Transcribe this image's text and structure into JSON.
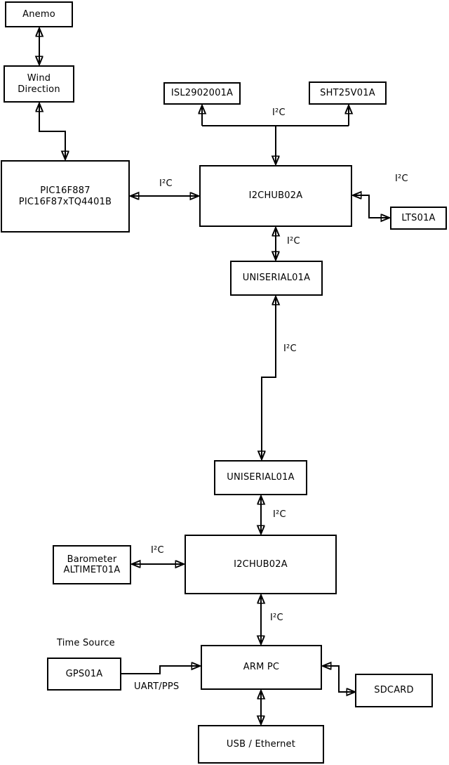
{
  "boxes": {
    "anemo": {
      "label": "Anemo"
    },
    "wind_direction": {
      "line1": "Wind",
      "line2": "Direction"
    },
    "pic": {
      "line1": "PIC16F887",
      "line2": "PIC16F87xTQ4401B"
    },
    "isl": {
      "label": "ISL2902001A"
    },
    "sht": {
      "label": "SHT25V01A"
    },
    "i2chub_top": {
      "label": "I2CHUB02A"
    },
    "lts": {
      "label": "LTS01A"
    },
    "uniserial_top": {
      "label": "UNISERIAL01A"
    },
    "uniserial_bottom": {
      "label": "UNISERIAL01A"
    },
    "barometer": {
      "line1": "Barometer",
      "line2": "ALTIMET01A"
    },
    "i2chub_bottom": {
      "label": "I2CHUB02A"
    },
    "gps": {
      "label": "GPS01A"
    },
    "arm_pc": {
      "label": "ARM PC"
    },
    "sdcard": {
      "label": "SDCARD"
    },
    "usb_ethernet": {
      "label": "USB / Ethernet"
    }
  },
  "edge_labels": {
    "i2c": "I²C",
    "time_source": "Time Source",
    "uart_pps": "UART/PPS"
  },
  "connections": [
    {
      "from": "anemo",
      "to": "wind_direction",
      "arrows": "both",
      "label": ""
    },
    {
      "from": "wind_direction",
      "to": "pic",
      "arrows": "both",
      "label": ""
    },
    {
      "from": "i2chub_top",
      "to": "isl",
      "arrows": "to",
      "label": "I²C"
    },
    {
      "from": "i2chub_top",
      "to": "sht",
      "arrows": "to",
      "label": "I²C"
    },
    {
      "from": "pic",
      "to": "i2chub_top",
      "arrows": "both",
      "label": "I²C"
    },
    {
      "from": "i2chub_top",
      "to": "lts",
      "arrows": "both",
      "label": "I²C"
    },
    {
      "from": "i2chub_top",
      "to": "uniserial_top",
      "arrows": "both",
      "label": "I²C"
    },
    {
      "from": "uniserial_top",
      "to": "uniserial_bottom",
      "arrows": "both",
      "label": "I²C"
    },
    {
      "from": "uniserial_bottom",
      "to": "i2chub_bottom",
      "arrows": "both",
      "label": "I²C"
    },
    {
      "from": "barometer",
      "to": "i2chub_bottom",
      "arrows": "both",
      "label": "I²C"
    },
    {
      "from": "i2chub_bottom",
      "to": "arm_pc",
      "arrows": "both",
      "label": "I²C"
    },
    {
      "from": "gps",
      "to": "arm_pc",
      "arrows": "to",
      "label": "UART/PPS"
    },
    {
      "from": "arm_pc",
      "to": "sdcard",
      "arrows": "both",
      "label": ""
    },
    {
      "from": "arm_pc",
      "to": "usb_ethernet",
      "arrows": "both",
      "label": ""
    }
  ],
  "colors": {
    "background": "#ffffff",
    "box_fill": "#ffffff",
    "stroke": "#000000",
    "text": "#000000"
  }
}
